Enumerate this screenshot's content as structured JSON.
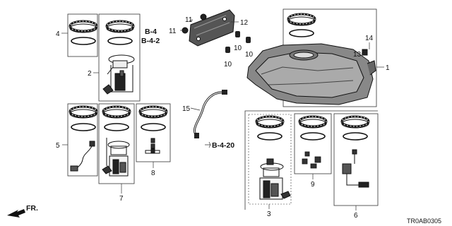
{
  "diagram": {
    "part_numbers": {
      "p1": "1",
      "p2": "2",
      "p3": "3",
      "p4": "4",
      "p5": "5",
      "p6": "6",
      "p7": "7",
      "p8": "8",
      "p9": "9",
      "p10a": "10",
      "p10b": "10",
      "p10c": "10",
      "p11a": "11",
      "p11b": "11",
      "p12": "12",
      "p13": "13",
      "p14": "14",
      "p15": "15"
    },
    "refs": {
      "b4": "B-4",
      "b42": "B-4-2",
      "b420": "B-4-20"
    },
    "direction": "FR.",
    "diagram_code": "TR0AB0305"
  }
}
